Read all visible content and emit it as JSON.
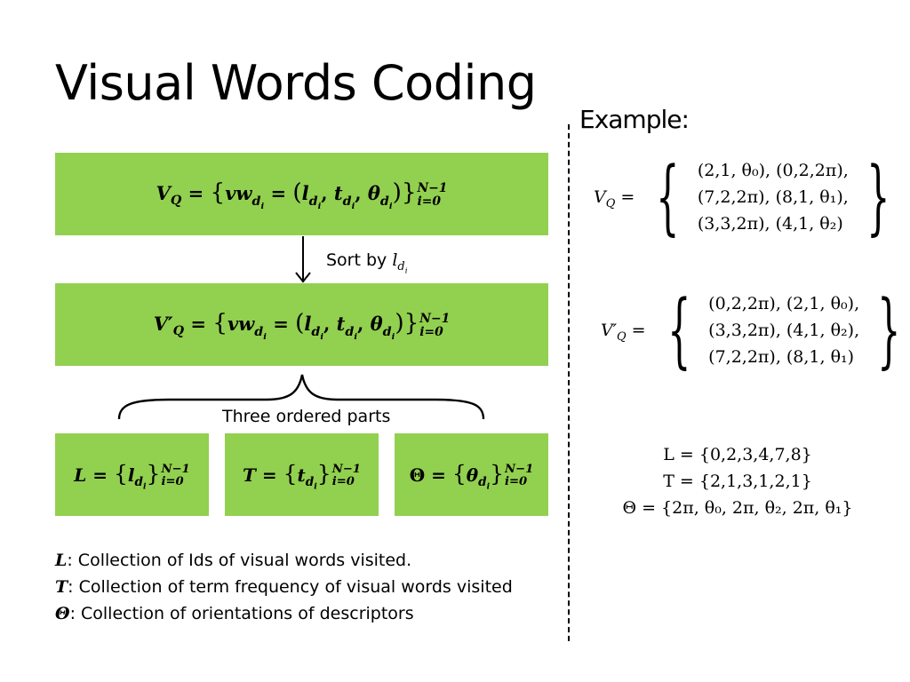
{
  "slide": {
    "title": "Visual Words Coding",
    "accent_color": "#92d050"
  },
  "left": {
    "eq1": {
      "lhs": "V",
      "lhs_sub": "Q",
      "body": "= {vw",
      "body_sub": "d",
      "body_subsub": "i",
      "inner": " = (l",
      "t": "t",
      "theta": "θ",
      "sup": "N−1",
      "sub": "i=0"
    },
    "sort_label": "Sort by ",
    "sort_var": "l",
    "eq2": {
      "lhs": "V′",
      "lhs_sub": "Q",
      "sup": "N−1",
      "sub": "i=0"
    },
    "parts_label": "Three ordered parts",
    "eq_L": {
      "lhs": "L",
      "var": "l",
      "sup": "N−1",
      "sub": "i=0"
    },
    "eq_T": {
      "lhs": "T",
      "var": "t",
      "sup": "N−1",
      "sub": "i=0"
    },
    "eq_Theta": {
      "lhs": "Θ",
      "var": "θ",
      "sup": "N−1",
      "sub": "i=0"
    },
    "legend": [
      {
        "symbol": "L",
        "text": ": Collection of Ids of visual words visited."
      },
      {
        "symbol": "T",
        "text": ": Collection of term frequency of visual words visited"
      },
      {
        "symbol": "Θ",
        "text": ": Collection of orientations of descriptors"
      }
    ]
  },
  "right": {
    "example_title": "Example:",
    "vq": {
      "lhs": "V",
      "lhs_sub": "Q",
      "rows": [
        "(2,1, θ₀), (0,2,2π),",
        "(7,2,2π), (8,1, θ₁),",
        "(3,3,2π), (4,1, θ₂)"
      ]
    },
    "vpq": {
      "lhs": "V′",
      "lhs_sub": "Q",
      "rows": [
        "(0,2,2π), (2,1, θ₀),",
        "(3,3,2π), (4,1, θ₂),",
        "(7,2,2π), (8,1, θ₁)"
      ]
    },
    "sets": [
      "L = {0,2,3,4,7,8}",
      "T = {2,1,3,1,2,1}",
      "Θ = {2π, θ₀, 2π, θ₂, 2π, θ₁}"
    ]
  }
}
